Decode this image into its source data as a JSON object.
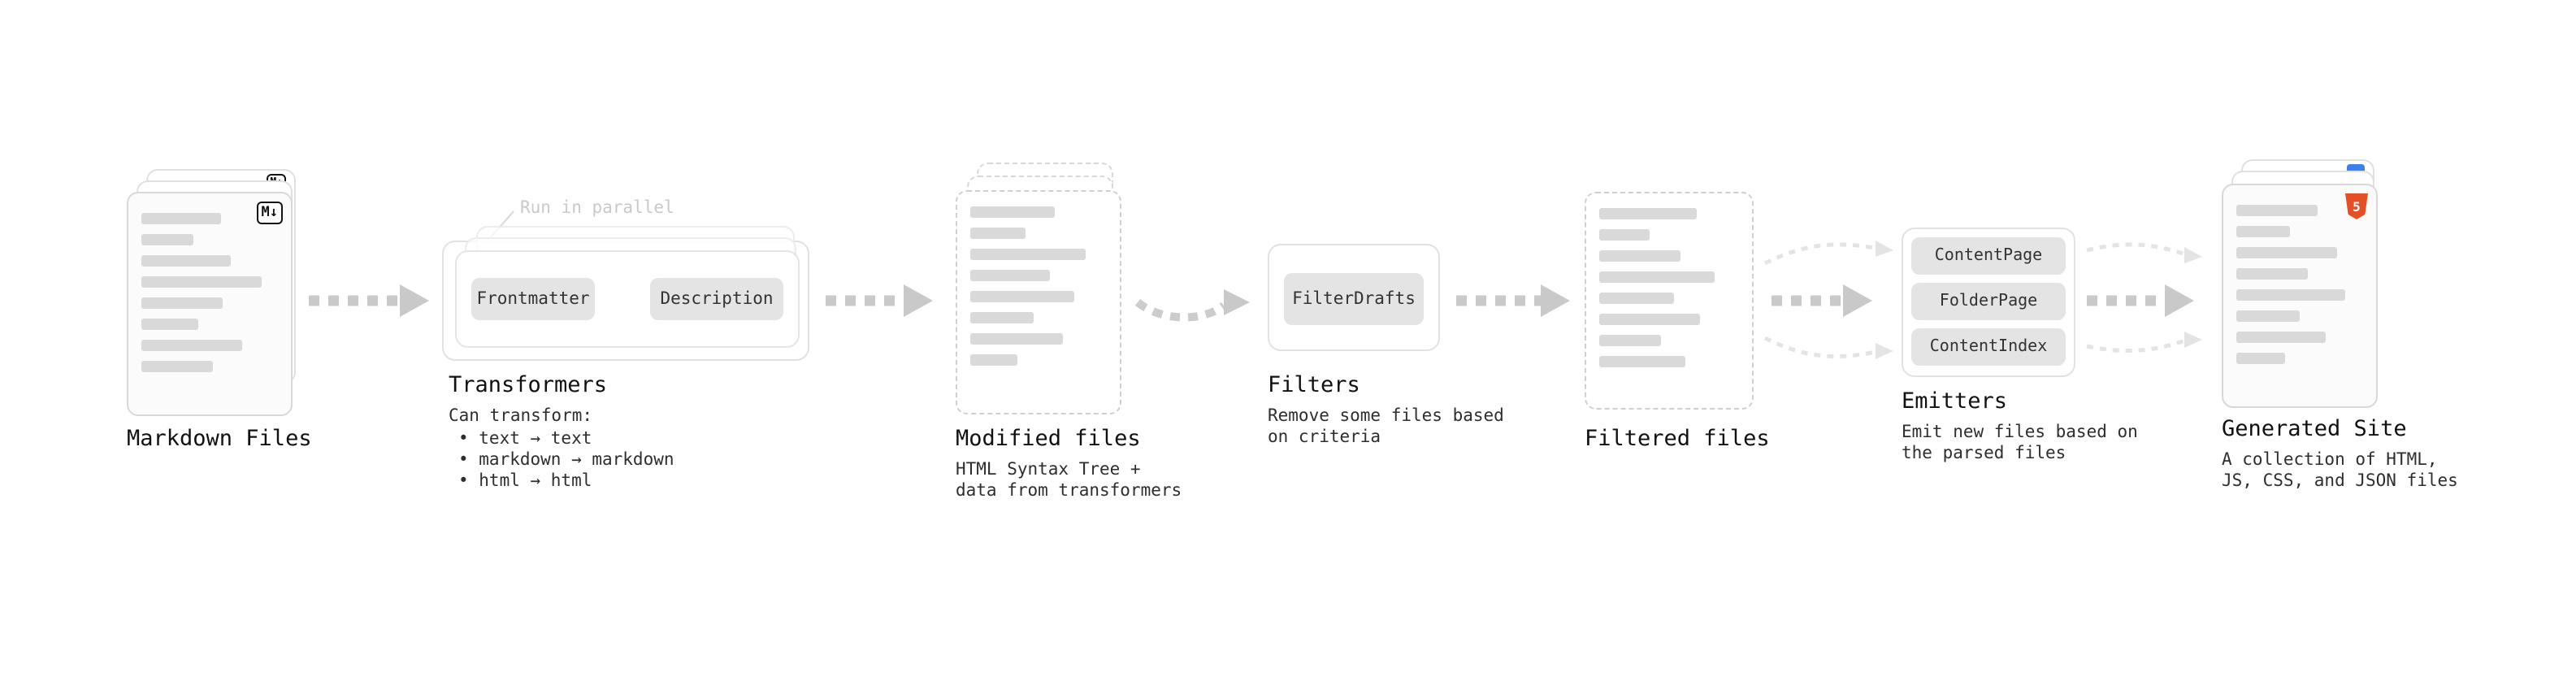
{
  "diagram": {
    "markdown": {
      "title": "Markdown Files",
      "badge": "M↓"
    },
    "transformers": {
      "title": "Transformers",
      "note": "Run in parallel",
      "node_left": "Frontmatter",
      "node_right": "Description",
      "subtitle": "Can transform:",
      "bullets": [
        "• text → text",
        "• markdown → markdown",
        "• html → html"
      ]
    },
    "modified": {
      "title": "Modified files",
      "subtitle": "HTML Syntax Tree +\ndata from transformers"
    },
    "filters": {
      "title": "Filters",
      "node": "FilterDrafts",
      "subtitle": "Remove some files based\non criteria"
    },
    "filtered": {
      "title": "Filtered files"
    },
    "emitters": {
      "title": "Emitters",
      "nodes": [
        "ContentPage",
        "FolderPage",
        "ContentIndex"
      ],
      "subtitle": "Emit new files based on\nthe parsed files"
    },
    "site": {
      "title": "Generated Site",
      "badge": "5",
      "subtitle": "A collection of HTML,\nJS, CSS, and JSON files"
    }
  }
}
